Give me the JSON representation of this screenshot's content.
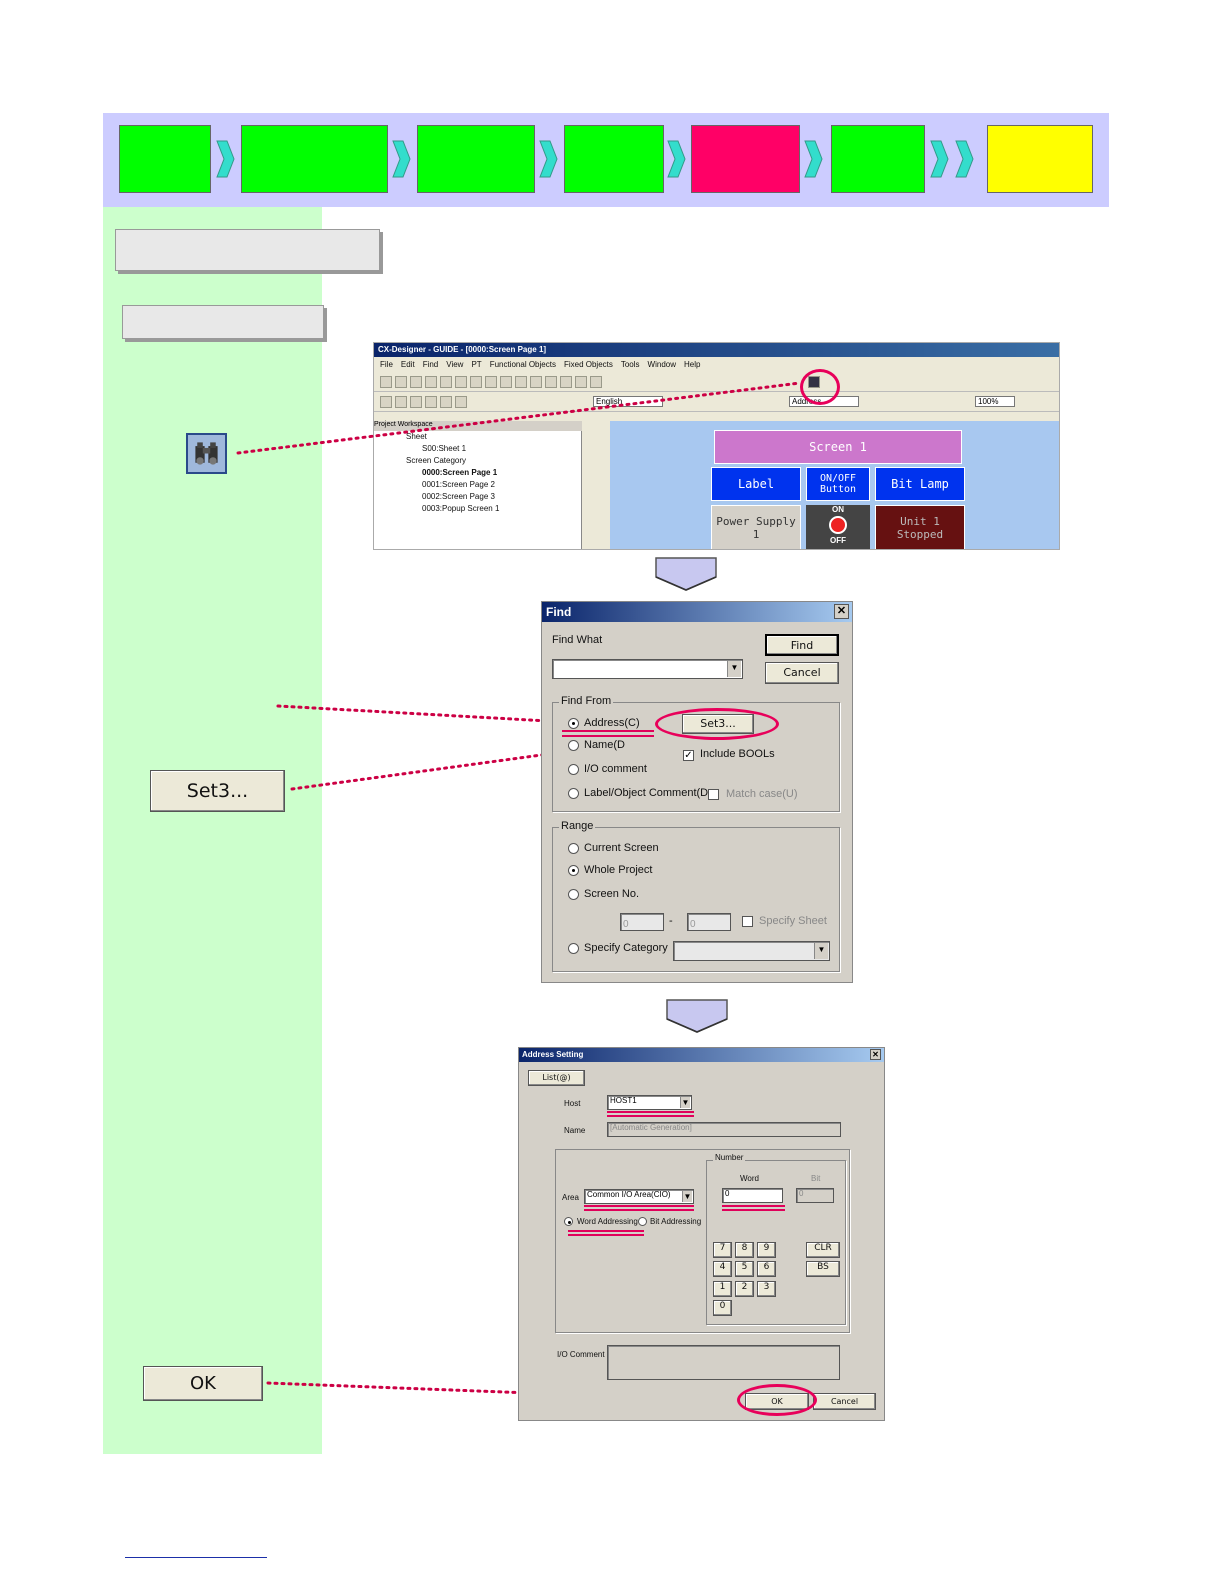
{
  "steps": [
    {
      "color": "#00ff00"
    },
    {
      "color": "#00ff00"
    },
    {
      "color": "#00ff00"
    },
    {
      "color": "#00ff00"
    },
    {
      "color": "#ff0066"
    },
    {
      "color": "#00ff00"
    },
    {
      "color": "#ffff00"
    }
  ],
  "callouts": {
    "set3_label": "Set3...",
    "ok_label": "OK"
  },
  "app": {
    "title": "CX-Designer - GUIDE - [0000:Screen Page 1]",
    "menu": [
      "File",
      "Edit",
      "Find",
      "View",
      "PT",
      "Functional Objects",
      "Fixed Objects",
      "Tools",
      "Window",
      "Help"
    ],
    "language": "English",
    "display_mode": "Address",
    "zoom": "100%",
    "workspace_title": "Project Workspace",
    "tree": [
      "Sheet",
      "S00:Sheet 1",
      "Screen Category",
      "0000:Screen Page 1",
      "0001:Screen Page 2",
      "0002:Screen Page 3",
      "0003:Popup Screen 1"
    ],
    "canvas": {
      "screen_label": "Screen 1",
      "label_btn": "Label",
      "onoff_btn": "ON/OFF Button",
      "bitlamp_btn": "Bit Lamp",
      "power_label": "Power Supply 1",
      "on_text": "ON",
      "off_text": "OFF",
      "unit_label": "Unit 1 Stopped"
    }
  },
  "find_dialog": {
    "title": "Find",
    "find_what_label": "Find What",
    "find_button": "Find",
    "cancel_button": "Cancel",
    "find_from_label": "Find From",
    "address_option": "Address(C)",
    "set3_button": "Set3...",
    "name_option": "Name(D",
    "include_bools": "Include BOOLs",
    "io_comment": "I/O comment",
    "label_option": "Label/Object Comment(D",
    "match_case": "Match case(U)",
    "range_label": "Range",
    "current_screen": "Current Screen",
    "whole_project": "Whole Project",
    "screen_no": "Screen No.",
    "spin_from": "0",
    "spin_to": "0",
    "specify_sheet": "Specify Sheet",
    "specify_category": "Specify Category"
  },
  "address_dialog": {
    "title": "Address Setting",
    "list_button": "List(@)",
    "host_label": "Host",
    "host_value": "HOST1",
    "name_label": "Name",
    "name_value": "[Automatic Generation]",
    "number_label": "Number",
    "word_label": "Word",
    "bit_label": "Bit",
    "area_label": "Area",
    "area_value": "Common I/O Area(CIO)",
    "word_value": "0",
    "bit_value": "0",
    "word_addressing": "Word Addressing",
    "bit_addressing": "Bit Addressing",
    "keys": [
      "7",
      "8",
      "9",
      "4",
      "5",
      "6",
      "1",
      "2",
      "3",
      "0"
    ],
    "clr": "CLR",
    "bs": "BS",
    "io_comment_label": "I/O Comment",
    "ok_button": "OK",
    "cancel_button": "Cancel"
  }
}
